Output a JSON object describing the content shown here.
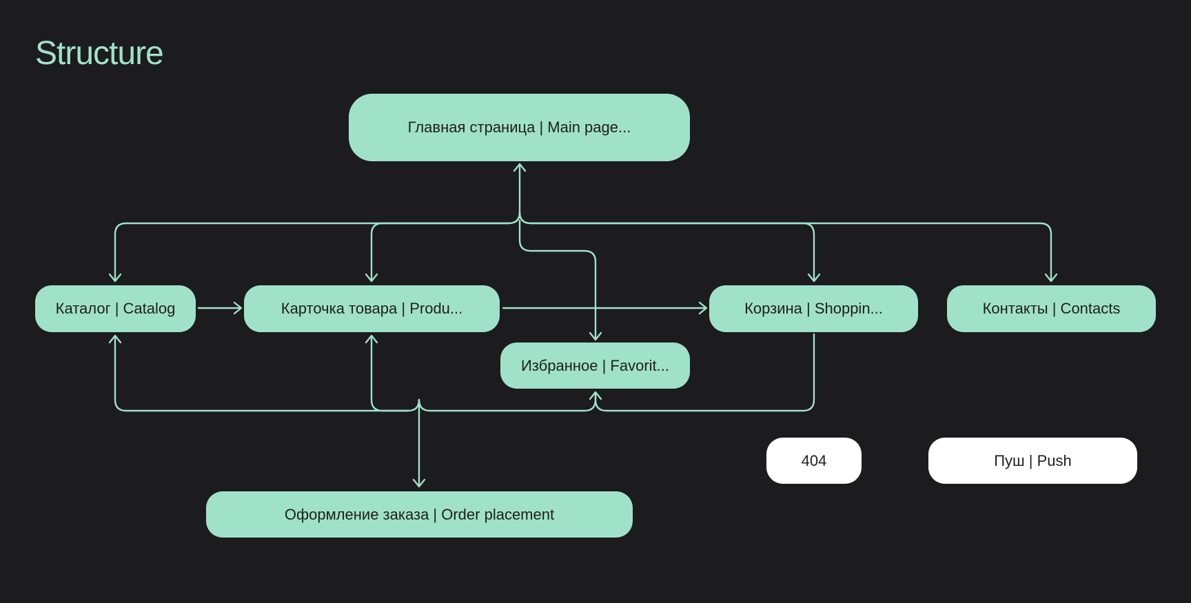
{
  "title": "Structure",
  "nodes": {
    "main": "Главная страница | Main page...",
    "catalog": "Каталог | Catalog",
    "product": "Карточка товара | Produ...",
    "favorites": "Избранное | Favorit...",
    "cart": "Корзина | Shoppin...",
    "contacts": "Контакты | Contacts",
    "order": "Оформление заказа | Order placement",
    "notfound": "404",
    "push": "Пуш | Push"
  },
  "colors": {
    "background": "#1c1b1e",
    "accent": "#a0e2c9",
    "white": "#ffffff",
    "text": "#1e1e1e"
  }
}
